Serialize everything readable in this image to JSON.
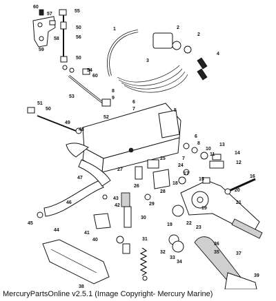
{
  "footer_text": "MercuryPartsOnline v2.5.1 (Image Copyright- Mercury Marine)",
  "callouts": [
    "1",
    "2",
    "2",
    "3",
    "4",
    "5",
    "6",
    "6",
    "7",
    "7",
    "8",
    "8",
    "9",
    "10",
    "11",
    "12",
    "13",
    "14",
    "15",
    "16",
    "17",
    "18",
    "19",
    "19",
    "20",
    "21",
    "22",
    "23",
    "24",
    "25",
    "26",
    "27",
    "28",
    "29",
    "30",
    "31",
    "32",
    "33",
    "34",
    "35",
    "36",
    "37",
    "38",
    "39",
    "40",
    "41",
    "42",
    "43",
    "44",
    "45",
    "46",
    "47",
    "48",
    "49",
    "50",
    "50",
    "50",
    "51",
    "52",
    "53",
    "54",
    "55",
    "56",
    "57",
    "58",
    "59",
    "60",
    "60"
  ]
}
